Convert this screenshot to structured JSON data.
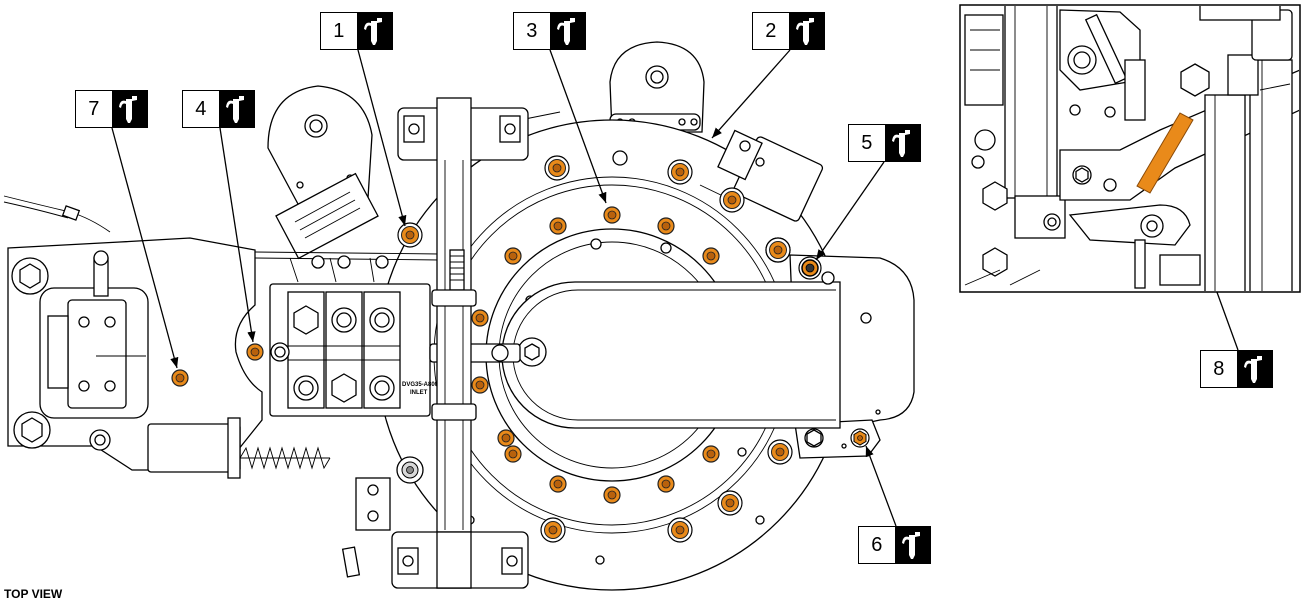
{
  "diagram": {
    "view_label": "TOP VIEW",
    "valve_labels": {
      "model": "DVG35-A800",
      "port": "INLET"
    }
  },
  "callouts": [
    {
      "number": "1",
      "icon": "grease-gun-icon"
    },
    {
      "number": "2",
      "icon": "grease-gun-icon"
    },
    {
      "number": "3",
      "icon": "grease-gun-icon"
    },
    {
      "number": "4",
      "icon": "grease-gun-icon"
    },
    {
      "number": "5",
      "icon": "grease-gun-icon"
    },
    {
      "number": "6",
      "icon": "grease-gun-icon"
    },
    {
      "number": "7",
      "icon": "grease-gun-icon"
    },
    {
      "number": "8",
      "icon": "grease-gun-icon"
    }
  ],
  "colors": {
    "grease_point": "#e98a1a",
    "ink": "#000000",
    "paper": "#ffffff"
  }
}
